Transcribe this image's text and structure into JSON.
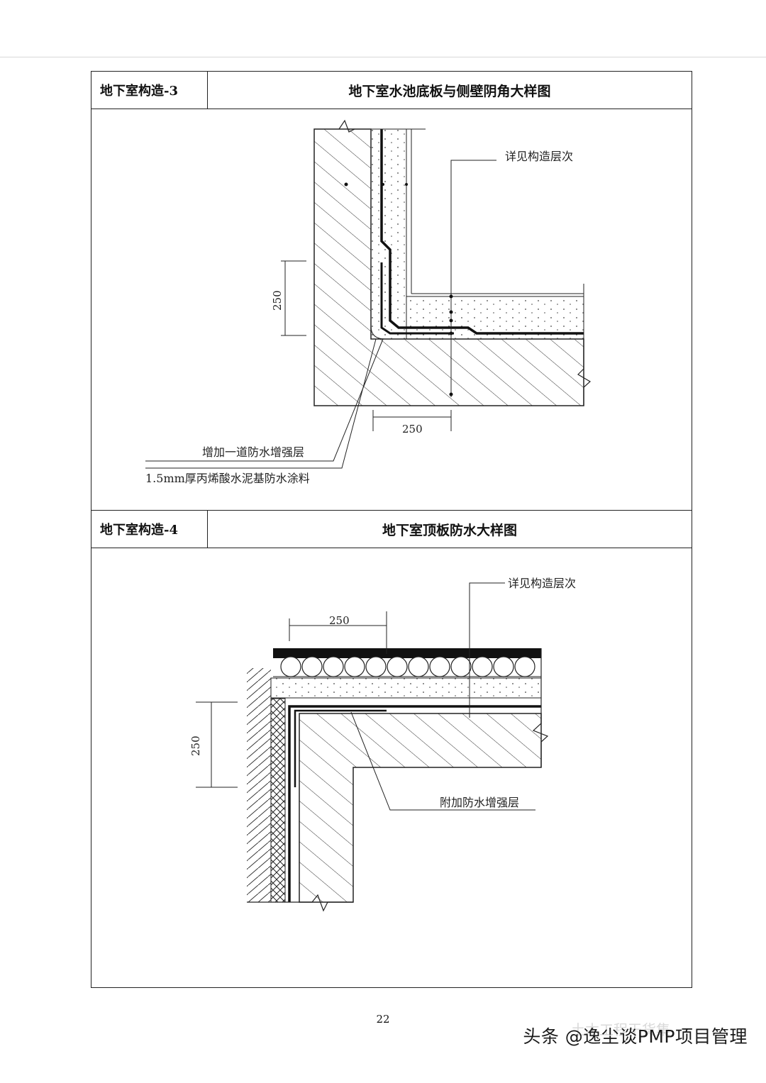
{
  "sections": [
    {
      "code": "地下室构造-3",
      "title": "地下室水池底板与侧壁阴角大样图",
      "labels": {
        "layers_note": "详见构造层次",
        "reinforce_note": "增加一道防水增强层",
        "coating_note": "1.5mm厚丙烯酸水泥基防水涂料",
        "dim_vertical": "250",
        "dim_horizontal": "250"
      }
    },
    {
      "code": "地下室构造-4",
      "title": "地下室顶板防水大样图",
      "labels": {
        "layers_note": "详见构造层次",
        "reinforce_note": "附加防水增强层",
        "dim_horizontal": "250",
        "dim_vertical": "250"
      }
    }
  ],
  "page_number": "22",
  "watermark": "头条 @逸尘谈PMP项目管理",
  "watermark_faint": "土木工程干货集"
}
